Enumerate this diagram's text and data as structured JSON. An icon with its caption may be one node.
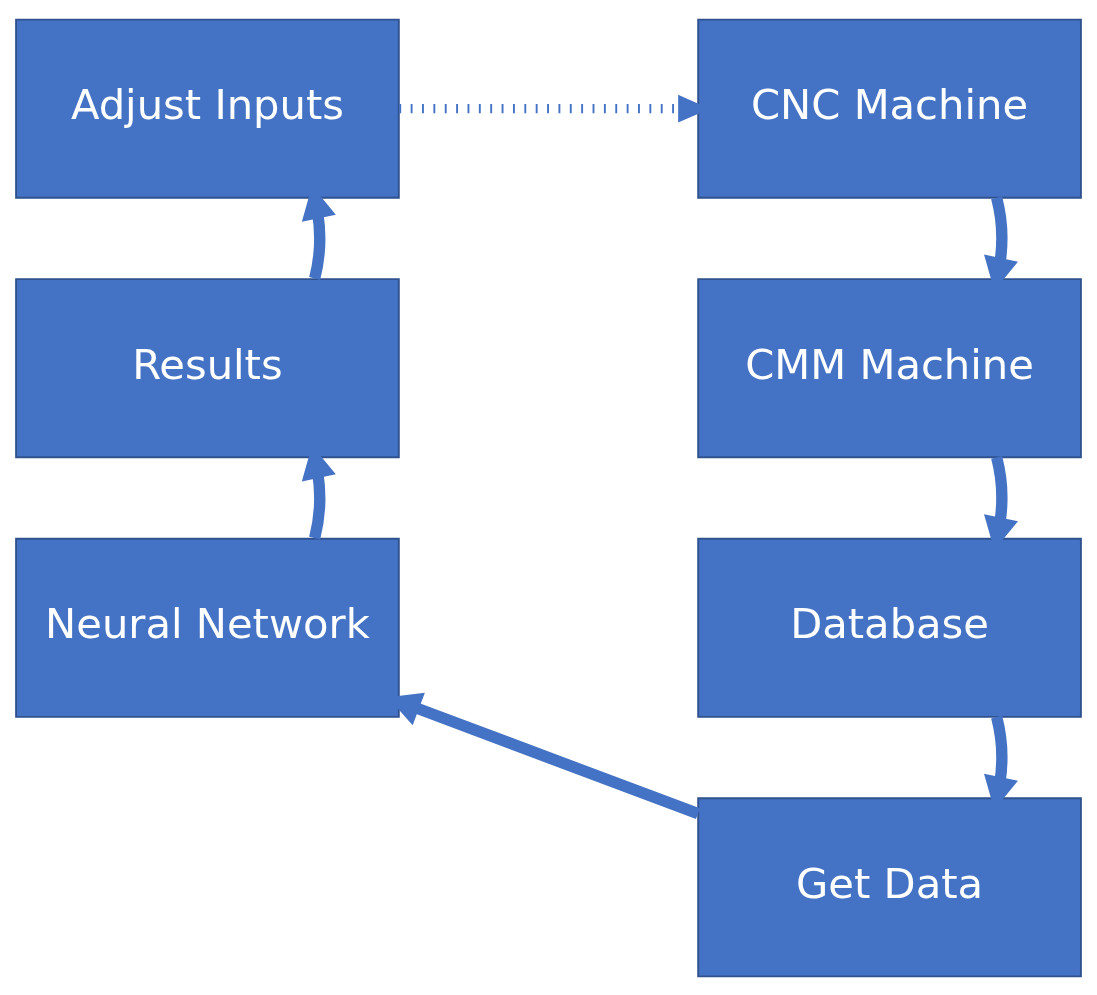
{
  "diagram": {
    "nodes": [
      {
        "text": [
          "CNC Machine"
        ]
      },
      {
        "text": [
          "Adjust Inputs"
        ]
      },
      {
        "text": [
          "CMM Machine"
        ]
      },
      {
        "text": [
          "Results"
        ]
      },
      {
        "text": [
          "Database"
        ]
      },
      {
        "text": [
          "Neural Network"
        ]
      },
      {
        "text": [
          "Get Data"
        ]
      }
    ],
    "edges": [
      {
        "from": 1,
        "to": 0,
        "arrow": "to",
        "style": "dashed"
      },
      {
        "from": 0,
        "to": 2,
        "arrow": "to"
      },
      {
        "from": 2,
        "to": 4,
        "arrow": "to"
      },
      {
        "from": 4,
        "to": 6,
        "arrow": "to"
      },
      {
        "from": 6,
        "to": 5,
        "arrow": "to"
      },
      {
        "from": 5,
        "to": 3,
        "arrow": "to"
      },
      {
        "from": 3,
        "to": 1,
        "arrow": "to"
      }
    ]
  }
}
